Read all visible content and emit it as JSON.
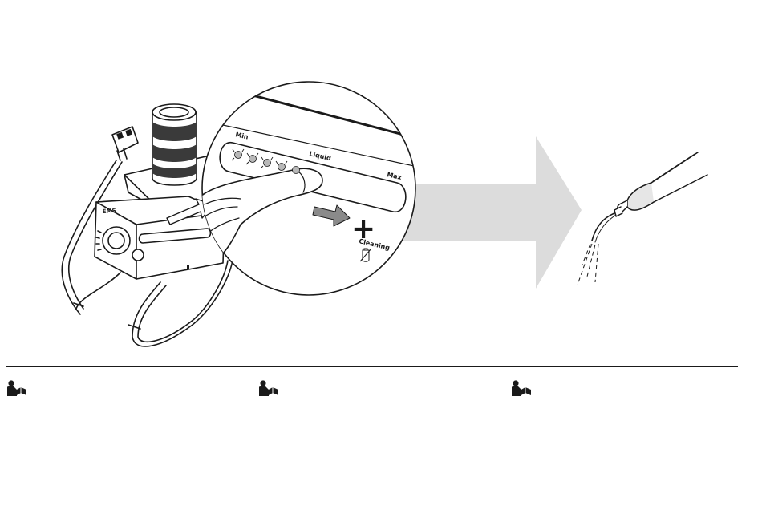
{
  "illustration": {
    "device_brand": "EMS",
    "scale_min": "Min",
    "scale_liquid": "Liquid",
    "scale_max": "Max",
    "cleaning_label": "Cleaning",
    "plus_symbol": "+"
  },
  "colors": {
    "ink": "#1a1a1a",
    "arrow_fill": "#dcdcdc",
    "pointer_fill": "#8a8a8a",
    "led_fill": "#b8b8b8",
    "bottle_dark": "#3a3a3a"
  },
  "footer": {
    "icons": [
      "read-manual-icon",
      "read-manual-icon",
      "read-manual-icon"
    ]
  }
}
